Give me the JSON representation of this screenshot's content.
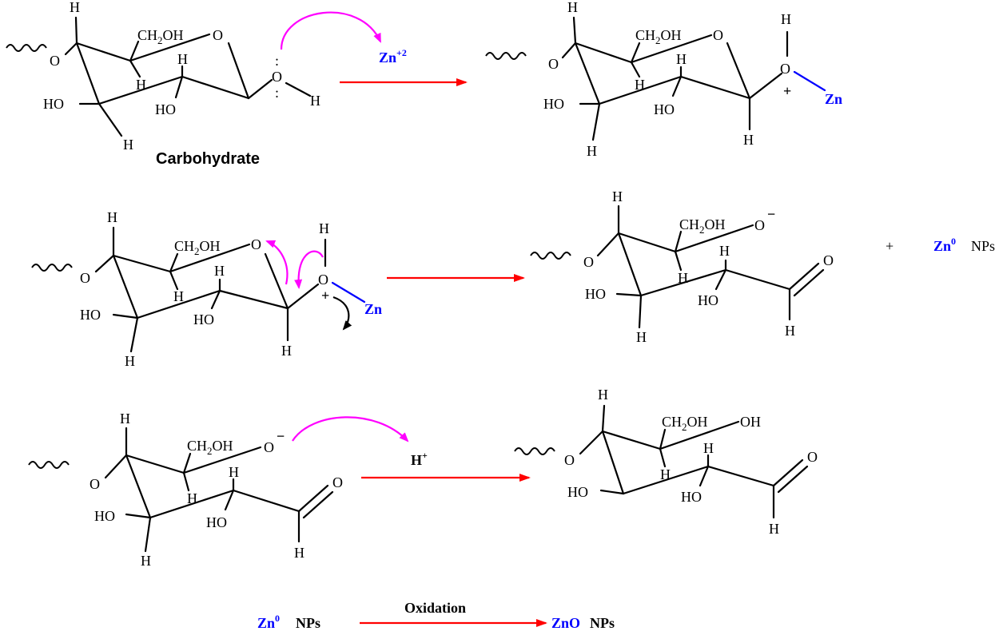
{
  "colors": {
    "reaction_arrow": "#ff0000",
    "electron_arrow": "#ff00ff",
    "zinc": "#0000ff",
    "bond": "#000000"
  },
  "labels": {
    "H": "H",
    "O": "O",
    "HO": "HO",
    "OH": "OH",
    "CH2OH_main": "CH",
    "CH2OH_sub": "2",
    "CH2OH_tail": "OH",
    "plus": "+",
    "minus": "−",
    "lone_pair": ":",
    "zn": "Zn",
    "zn2_sup": "+2",
    "zn0_sup": "0",
    "nps": "NPs",
    "zno": "ZnO",
    "h_plus": "H",
    "h_plus_sup": "+"
  },
  "title_carbohydrate": "Carbohydrate",
  "reaction_4": {
    "reactant_zn": "Zn",
    "reactant_sup": "0",
    "reactant_nps": "NPs",
    "arrow_label": "Oxidation",
    "product_zno": "ZnO",
    "product_nps": "NPs"
  },
  "reaction_2_side_product": {
    "plus": "+",
    "zn": "Zn",
    "sup": "0",
    "nps": "NPs"
  },
  "icons": [
    "curved-electron-arrow-icon",
    "reaction-arrow-icon",
    "wavy-bond-icon"
  ]
}
